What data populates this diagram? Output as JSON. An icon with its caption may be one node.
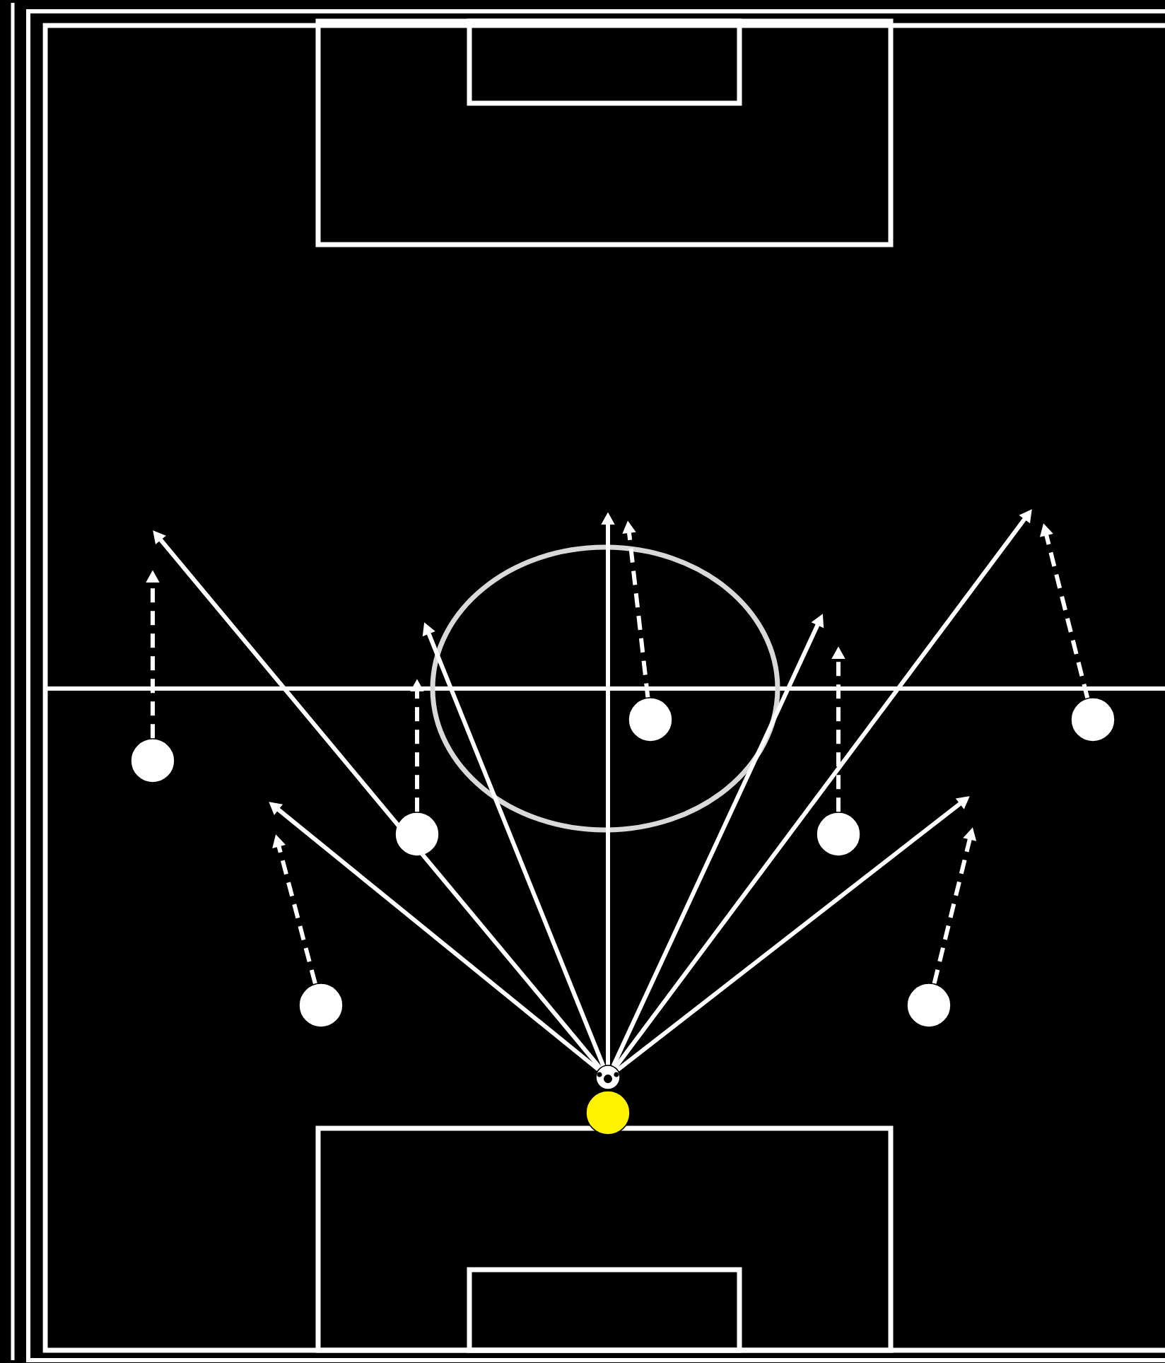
{
  "diagram": {
    "nodes": [
      {
        "text": [],
        "shape": "circle"
      },
      {
        "text": [],
        "shape": "circle"
      },
      {
        "text": [],
        "shape": "circle"
      },
      {
        "text": [],
        "shape": "circle"
      },
      {
        "text": [],
        "shape": "circle"
      },
      {
        "text": [],
        "shape": "circle"
      },
      {
        "text": [],
        "shape": "circle"
      },
      {
        "text": [],
        "shape": "ball"
      },
      {
        "text": [],
        "shape": "circle"
      }
    ],
    "edges": [
      {
        "from": 7,
        "to": null,
        "arrow": "to"
      },
      {
        "from": 7,
        "to": null,
        "arrow": "to"
      },
      {
        "from": 7,
        "to": null,
        "arrow": "to"
      },
      {
        "from": 7,
        "to": null,
        "arrow": "to"
      },
      {
        "from": 7,
        "to": null,
        "arrow": "to"
      },
      {
        "from": 7,
        "to": null,
        "arrow": "to"
      },
      {
        "from": 7,
        "to": null,
        "arrow": "to"
      },
      {
        "from": 2,
        "to": null,
        "arrow": "to",
        "style": "dashed"
      },
      {
        "from": 5,
        "to": null,
        "arrow": "to",
        "style": "dashed"
      },
      {
        "from": 3,
        "to": null,
        "arrow": "to",
        "style": "dashed"
      },
      {
        "from": 0,
        "to": null,
        "arrow": "to",
        "style": "dashed"
      },
      {
        "from": 4,
        "to": null,
        "arrow": "to",
        "style": "dashed"
      },
      {
        "from": 1,
        "to": null,
        "arrow": "to",
        "style": "dashed"
      },
      {
        "from": 6,
        "to": null,
        "arrow": "to",
        "style": "dashed"
      }
    ]
  }
}
